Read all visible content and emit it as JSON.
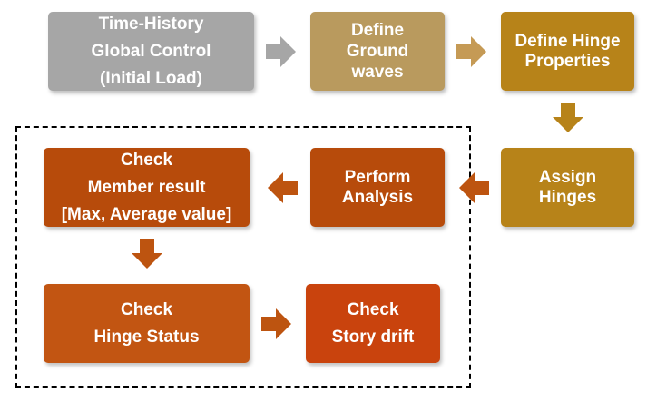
{
  "colors": {
    "gray": "#a6a6a6",
    "tan": "#b99a5e",
    "gold": "#b78319",
    "orange_dark": "#b74b0b",
    "orange_check": "#c25512",
    "orange_bright": "#c9430d",
    "arrow_gray": "#a6a6a6",
    "arrow_tan": "#c59a55",
    "arrow_orange": "#bd5410"
  },
  "steps": {
    "time_history": [
      "Time-History",
      "Global Control",
      "(Initial Load)"
    ],
    "define_ground": [
      "Define",
      "Ground",
      "waves"
    ],
    "define_hinge": [
      "Define Hinge",
      "Properties"
    ],
    "assign_hinges": [
      "Assign",
      "Hinges"
    ],
    "perform_analysis": [
      "Perform",
      "Analysis"
    ],
    "check_member": [
      "Check",
      "Member result",
      "[Max, Average value]"
    ],
    "check_hinge": [
      "Check",
      "Hinge Status"
    ],
    "check_drift": [
      "Check",
      "Story drift"
    ]
  },
  "arrows": [
    {
      "id": "arrow-1",
      "direction": "right",
      "color": "arrow_gray"
    },
    {
      "id": "arrow-2",
      "direction": "right",
      "color": "arrow_tan"
    },
    {
      "id": "arrow-3",
      "direction": "down",
      "color": "arrow_tan"
    },
    {
      "id": "arrow-4",
      "direction": "left",
      "color": "arrow_orange"
    },
    {
      "id": "arrow-5",
      "direction": "left",
      "color": "arrow_orange"
    },
    {
      "id": "arrow-6",
      "direction": "down",
      "color": "arrow_orange"
    },
    {
      "id": "arrow-7",
      "direction": "right",
      "color": "arrow_orange"
    }
  ]
}
